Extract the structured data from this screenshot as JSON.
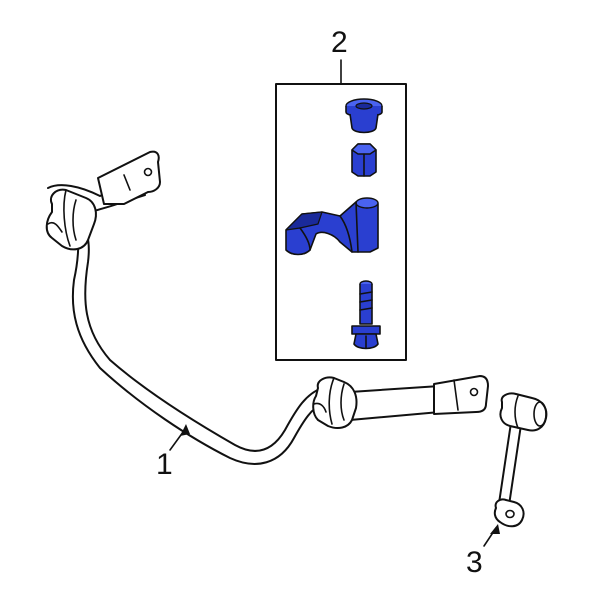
{
  "callouts": {
    "stabilizer_bar": "1",
    "bushing_kit": "2",
    "stabilizer_link": "3"
  },
  "colors": {
    "highlight": "#2a3fd0",
    "line": "#111111",
    "background": "#ffffff"
  }
}
